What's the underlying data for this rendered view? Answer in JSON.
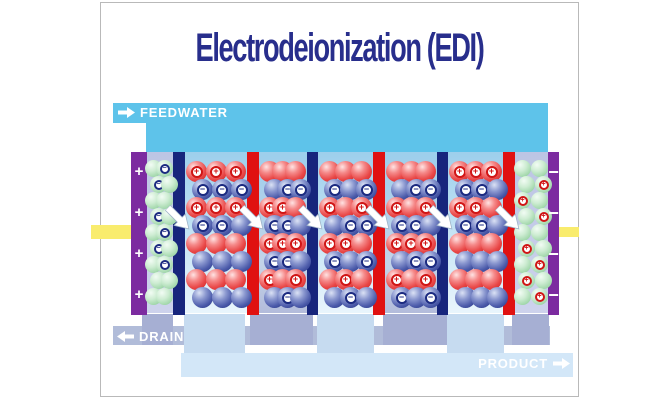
{
  "title": "Electrodeionization (EDI)",
  "flow_labels": {
    "feedwater": "FEEDWATER",
    "drain": "DRAIN",
    "product": "PRODUCT"
  },
  "electrodes": {
    "left": {
      "polarity_symbol": "+",
      "symbol_count": 4
    },
    "right": {
      "polarity_symbol": "−",
      "symbol_count": 4
    }
  },
  "ion_symbols": {
    "cation": "+",
    "anion": "−"
  },
  "colors": {
    "title_text": "#282e8c",
    "feedwater_band": "#5ec3ea",
    "anion_membrane_bar": "#17257c",
    "cation_membrane_bar": "#e01111",
    "electrode_bar": "#7c2ba0",
    "electrode_compartment": "#cacfe9",
    "drain_band": "#b1bcd9",
    "concentrate_tab": "#a6afd3",
    "product_band": "#d3e7f8",
    "product_column": "#c6dbf0",
    "power_connector": "#f9ec6d",
    "red_bead": "#e94848",
    "blue_bead": "#4d5cab",
    "green_bead": "#a5d9ae"
  },
  "beads": {
    "electrode_left": [
      "g G",
      "G g",
      "g g",
      "G g",
      "g G",
      "G g",
      "g G",
      "g g",
      "g g"
    ],
    "cell1": [
      "R R R",
      "B B B",
      "R R R",
      "B B b",
      "r r r",
      "b b b",
      "r r r",
      "b b b"
    ],
    "cell2": [
      "r r r",
      "b B B",
      "R R r",
      "B B b",
      "R R R",
      "B B b",
      "R r R",
      "b B b"
    ],
    "cell3": [
      "r r r",
      "B b B",
      "R r R",
      "b B B",
      "R R r",
      "B b B",
      "r R r",
      "b B b"
    ],
    "cell4": [
      "r r r",
      "b B B",
      "R r R",
      "B B b",
      "R R R",
      "b B B",
      "R r R",
      "B b B"
    ],
    "cell5": [
      "R R R",
      "B B b",
      "R R r",
      "B B b",
      "r r r",
      "b b b",
      "r r r",
      "b b b"
    ],
    "electrode_right": [
      "g g",
      "g H",
      "H g",
      "g H",
      "g g",
      "H g",
      "g H",
      "H g",
      "g H"
    ]
  }
}
